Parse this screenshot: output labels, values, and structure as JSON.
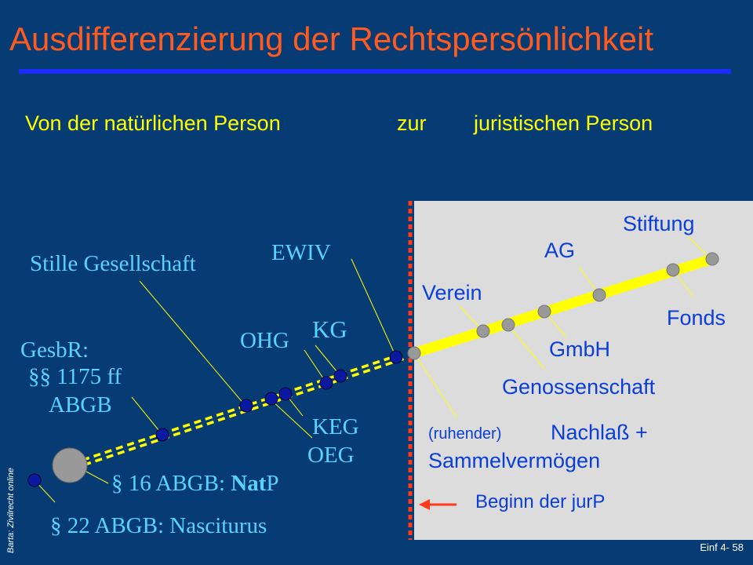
{
  "title": "Ausdifferenzierung der Rechtspersönlichkeit",
  "subtitle": {
    "from": "Von der natürlichen Person",
    "to": "zur",
    "target": "juristischen Person"
  },
  "labels": {
    "stiftung": "Stiftung",
    "ag": "AG",
    "verein": "Verein",
    "fonds": "Fonds",
    "gmbh": "GmbH",
    "genossenschaft": "Genossenschaft",
    "ruhender": "(ruhender)",
    "nachlass": "Nachlaß +",
    "sammelvermoegen": "Sammelvermögen",
    "beginn": "Beginn der jurP",
    "ewiv": "EWIV",
    "stille": "Stille Gesellschaft",
    "kg": "KG",
    "ohg": "OHG",
    "gesbr": "GesbR:",
    "gesbr_paragraph": "§§ 1175 ff",
    "gesbr_abgb": "ABGB",
    "keg": "KEG",
    "oeg": "OEG",
    "natp_prefix": "§ 16 ABGB: ",
    "natp_bold": "Nat",
    "natp_suffix": "P",
    "nasciturus": "§ 22 ABGB: Nasciturus"
  },
  "footer": {
    "side_note": "Barta: Zivilrecht online",
    "page": "Einf 4- 58"
  },
  "colors": {
    "background": "#073b73",
    "title": "#ff5a1f",
    "rule": "#1a2cff",
    "subtitle": "#ffff00",
    "panel": "#dcdcdc",
    "jurp_label": "#0b3dd8",
    "natp_label": "#5ad2ff",
    "divider": "#ff3a1a",
    "jurp_line": "#ffff00"
  }
}
